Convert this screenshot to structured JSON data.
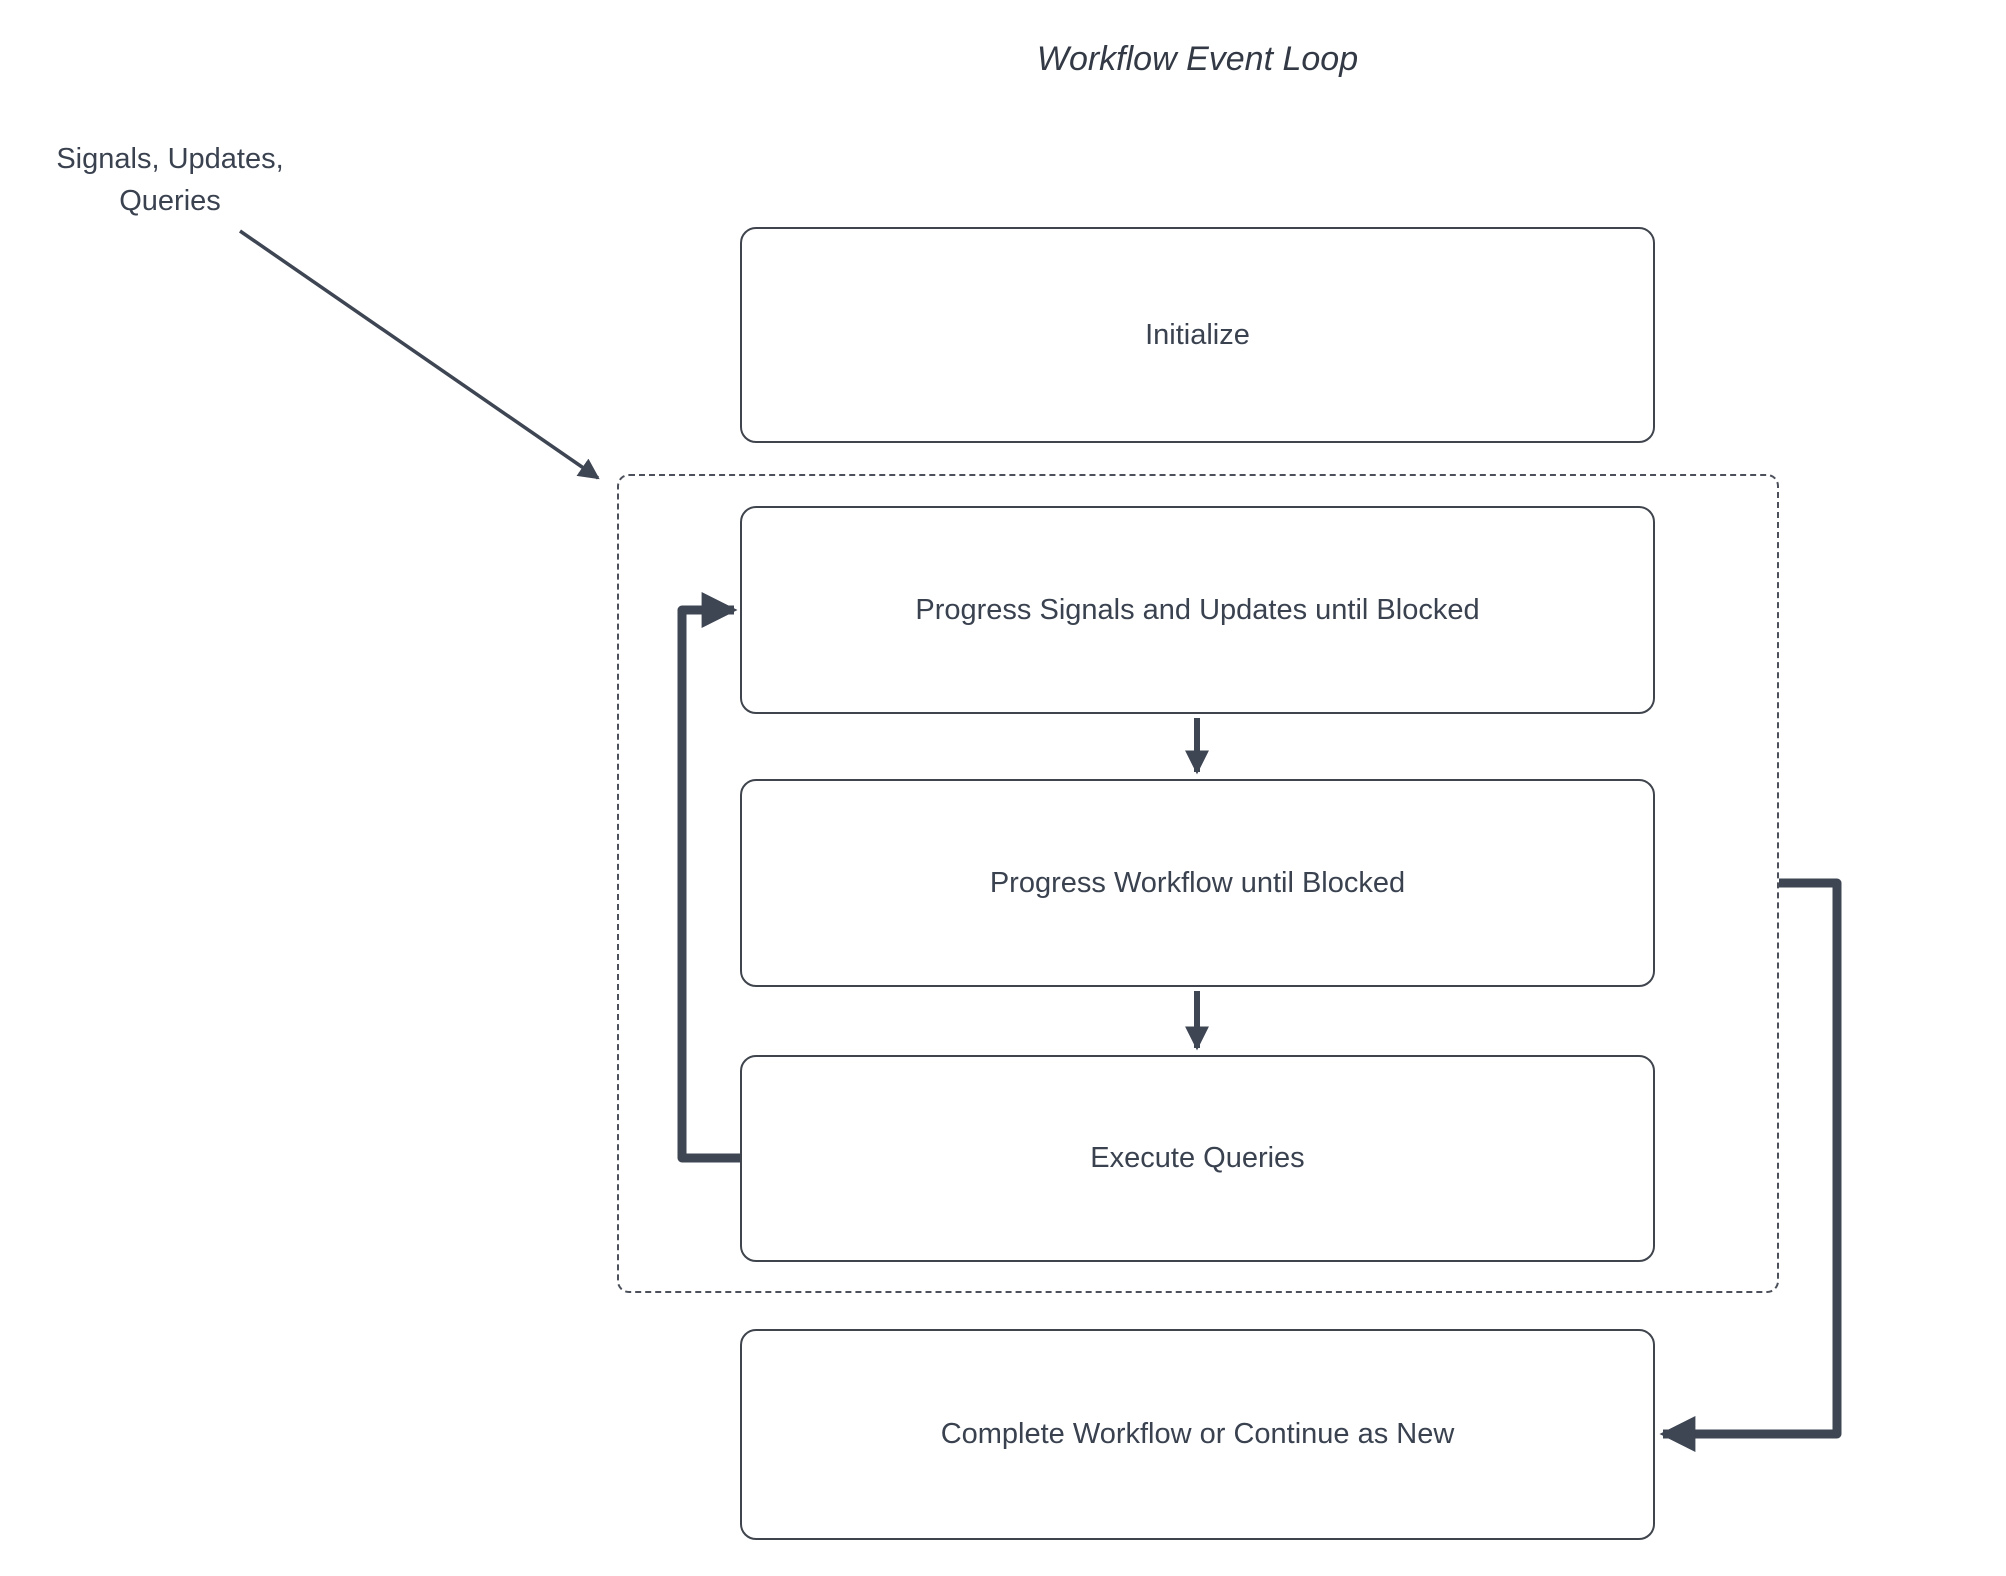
{
  "title": "Workflow Event Loop",
  "annotation": {
    "label": "Signals, Updates,\nQueries"
  },
  "nodes": {
    "initialize": {
      "label": "Initialize"
    },
    "progress_signals": {
      "label": "Progress Signals and Updates until Blocked"
    },
    "progress_workflow": {
      "label": "Progress Workflow until Blocked"
    },
    "execute_queries": {
      "label": "Execute Queries"
    },
    "complete": {
      "label": "Complete Workflow or Continue as New"
    }
  },
  "colors": {
    "background": "#ffffff",
    "line": "#3e4553",
    "box_border": "#3f444d",
    "dashed_border": "#4b505a",
    "text": "#3a4250"
  }
}
